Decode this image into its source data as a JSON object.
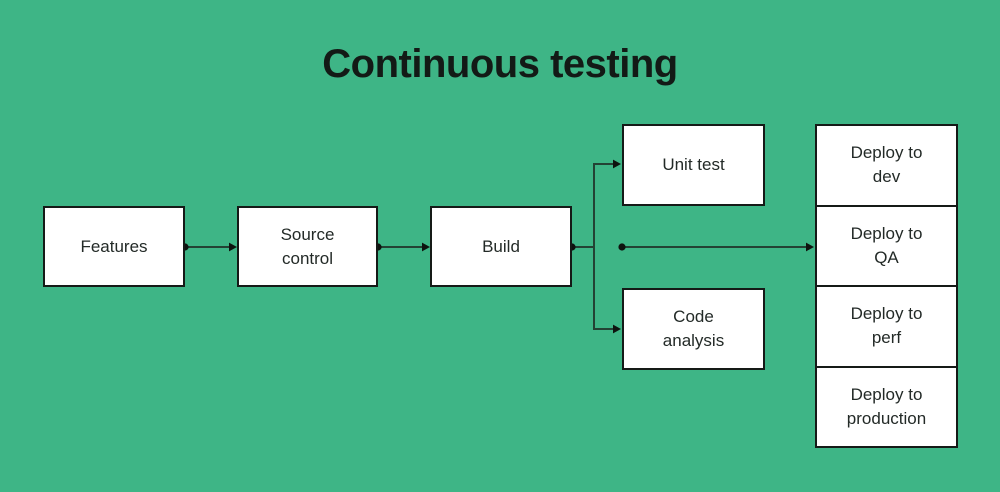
{
  "diagram": {
    "title": "Continuous testing",
    "background_color": "#3eb586",
    "node_fill": "#ffffff",
    "node_border_color": "#151a17",
    "connector_color": "#234234",
    "marker_color": "#0e130f",
    "title_color": "#131a16",
    "text_color": "#232a27"
  },
  "nodes": {
    "features": {
      "label": "Features"
    },
    "source_control": {
      "label": "Source\ncontrol"
    },
    "build": {
      "label": "Build"
    },
    "unit_test": {
      "label": "Unit test"
    },
    "code_analysis": {
      "label": "Code\nanalysis"
    },
    "deploy_dev": {
      "label": "Deploy to\ndev"
    },
    "deploy_qa": {
      "label": "Deploy to\nQA"
    },
    "deploy_perf": {
      "label": "Deploy to\nperf"
    },
    "deploy_production": {
      "label": "Deploy to\nproduction"
    }
  },
  "edges": [
    {
      "from": "features",
      "to": "source_control"
    },
    {
      "from": "source_control",
      "to": "build"
    },
    {
      "from": "build",
      "to": "unit_test"
    },
    {
      "from": "build",
      "to": "code_analysis"
    },
    {
      "from": "build",
      "to": "deploy_qa"
    }
  ]
}
